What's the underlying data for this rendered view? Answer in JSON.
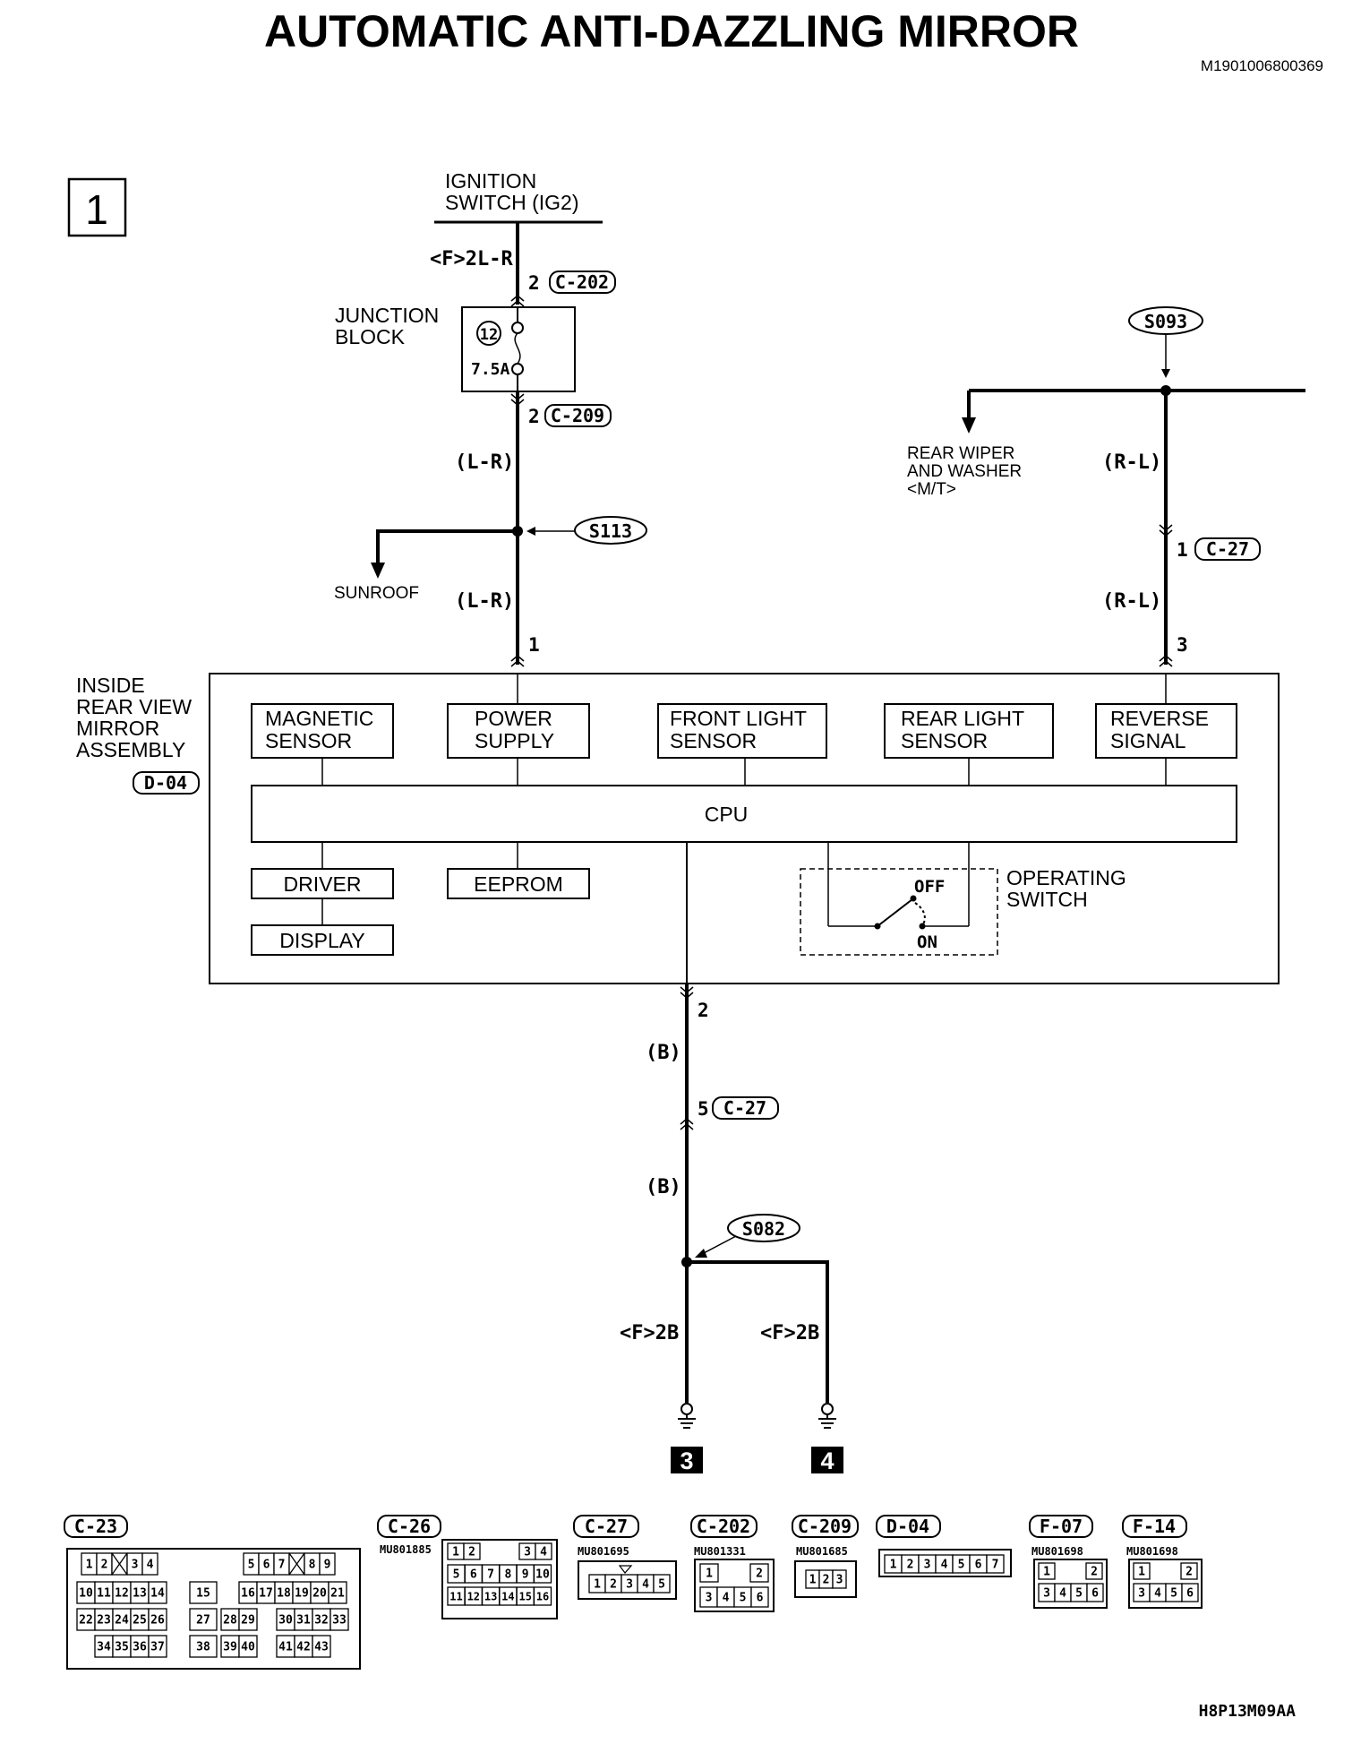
{
  "title": "AUTOMATIC ANTI-DAZZLING MIRROR",
  "doc_code": "M1901006800369",
  "figure_code": "H8P13M09AA",
  "page_marker": "1",
  "ignition": {
    "line1": "IGNITION",
    "line2": "SWITCH (IG2)",
    "wire_label": "<F>2L-R"
  },
  "connectors_inline": {
    "c202": {
      "pin": "2",
      "id": "C-202"
    },
    "c209": {
      "pin": "2",
      "id": "C-209"
    },
    "c27_top": {
      "pin": "1",
      "id": "C-27"
    },
    "c27_bottom": {
      "pin": "5",
      "id": "C-27"
    }
  },
  "junction_block": {
    "line1": "JUNCTION",
    "line2": "BLOCK",
    "fuse_no": "12",
    "fuse_rating": "7.5A"
  },
  "splices": {
    "s113": "S113",
    "s093": "S093",
    "s082": "S082"
  },
  "wire_colors": {
    "lr_upper": "(L-R)",
    "lr_lower": "(L-R)",
    "rl_upper": "(R-L)",
    "rl_lower": "(R-L)",
    "b_upper": "(B)",
    "b_lower": "(B)",
    "ground_left": "<F>2B",
    "ground_right": "<F>2B"
  },
  "branches": {
    "sunroof": "SUNROOF",
    "rear_wiper_1": "REAR WIPER",
    "rear_wiper_2": "AND WASHER",
    "rear_wiper_3": "<M/T>"
  },
  "assembly": {
    "line1": "INSIDE",
    "line2": "REAR VIEW",
    "line3": "MIRROR",
    "line4": "ASSEMBLY",
    "connector": "D-04",
    "pin_power": "1",
    "pin_reverse": "3",
    "pin_ground": "2"
  },
  "blocks": {
    "magnetic_1": "MAGNETIC",
    "magnetic_2": "SENSOR",
    "power_1": "POWER",
    "power_2": "SUPPLY",
    "front_1": "FRONT LIGHT",
    "front_2": "SENSOR",
    "rear_1": "REAR LIGHT",
    "rear_2": "SENSOR",
    "reverse_1": "REVERSE",
    "reverse_2": "SIGNAL",
    "cpu": "CPU",
    "driver": "DRIVER",
    "eeprom": "EEPROM",
    "display": "DISPLAY"
  },
  "operating_switch": {
    "line1": "OPERATING",
    "line2": "SWITCH",
    "off": "OFF",
    "on": "ON"
  },
  "grounds": {
    "left": "3",
    "right": "4"
  },
  "connector_views": [
    {
      "id": "C-23",
      "part": ""
    },
    {
      "id": "C-26",
      "part": "MU801885"
    },
    {
      "id": "C-27",
      "part": "MU801695"
    },
    {
      "id": "C-202",
      "part": "MU801331"
    },
    {
      "id": "C-209",
      "part": "MU801685"
    },
    {
      "id": "D-04",
      "part": ""
    },
    {
      "id": "F-07",
      "part": "MU801698"
    },
    {
      "id": "F-14",
      "part": "MU801698"
    }
  ],
  "pin_numbers": {
    "c23": [
      "1",
      "2",
      "3",
      "4",
      "5",
      "6",
      "7",
      "8",
      "9",
      "10",
      "11",
      "12",
      "13",
      "14",
      "15",
      "16",
      "17",
      "18",
      "19",
      "20",
      "21",
      "22",
      "23",
      "24",
      "25",
      "26",
      "27",
      "28",
      "29",
      "30",
      "31",
      "32",
      "33",
      "34",
      "35",
      "36",
      "37",
      "38",
      "39",
      "40",
      "41",
      "42",
      "43"
    ],
    "c26": [
      "1",
      "2",
      "3",
      "4",
      "5",
      "6",
      "7",
      "8",
      "9",
      "10",
      "11",
      "12",
      "13",
      "14",
      "15",
      "16"
    ],
    "c27": [
      "1",
      "2",
      "3",
      "4",
      "5"
    ],
    "c202": [
      "1",
      "2",
      "3",
      "4",
      "5",
      "6"
    ],
    "c209": [
      "1",
      "2",
      "3"
    ],
    "d04": [
      "1",
      "2",
      "3",
      "4",
      "5",
      "6",
      "7"
    ],
    "f07": [
      "1",
      "2",
      "3",
      "4",
      "5",
      "6"
    ],
    "f14": [
      "1",
      "2",
      "3",
      "4",
      "5",
      "6"
    ]
  }
}
